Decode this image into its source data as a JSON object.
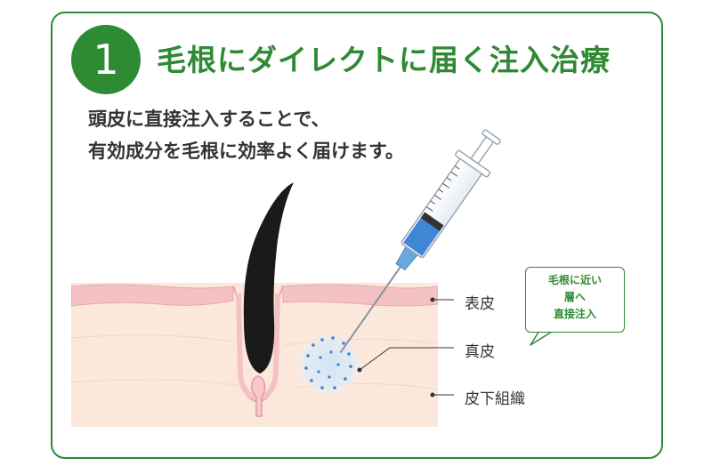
{
  "step": {
    "number": "1"
  },
  "title": "毛根にダイレクトに届く注入治療",
  "description": {
    "line1": "頭皮に直接注入することで、",
    "line2": "有効成分を毛根に効率よく届けます。"
  },
  "layers": {
    "epidermis": "表皮",
    "dermis": "真皮",
    "subcutaneous": "皮下組織"
  },
  "callout": {
    "line1": "毛根に近い",
    "line2": "層へ",
    "line3": "直接注入"
  },
  "icons": [
    "syringe-icon",
    "hair-follicle-icon",
    "injection-spot-icon"
  ],
  "colors": {
    "accent": "#2f8a34",
    "epidermis": "#f4c2c4",
    "dermis": "#fbe8db",
    "injection": "#4a90d9"
  }
}
